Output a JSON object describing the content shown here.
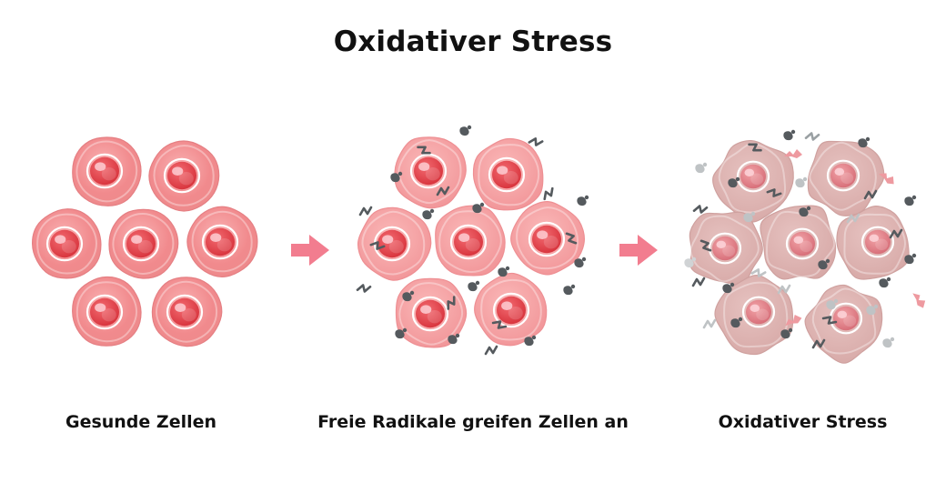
{
  "title": "Oxidativer Stress",
  "stages": [
    {
      "caption": "Gesunde Zellen"
    },
    {
      "caption": "Freie Radikale greifen Zellen an"
    },
    {
      "caption": "Oxidativer Stress"
    }
  ],
  "colors": {
    "healthy_cell": "#f07f83",
    "healthy_nucleus": "#e5484f",
    "attacked_cell": "#f38e90",
    "damaged_cell": "#d9aaa8",
    "damaged_nucleus": "#e07b80",
    "radical": "#555a5e",
    "arrow": "#f27d8f"
  },
  "icons": [
    "arrow-right-icon",
    "free-radical-icon"
  ]
}
